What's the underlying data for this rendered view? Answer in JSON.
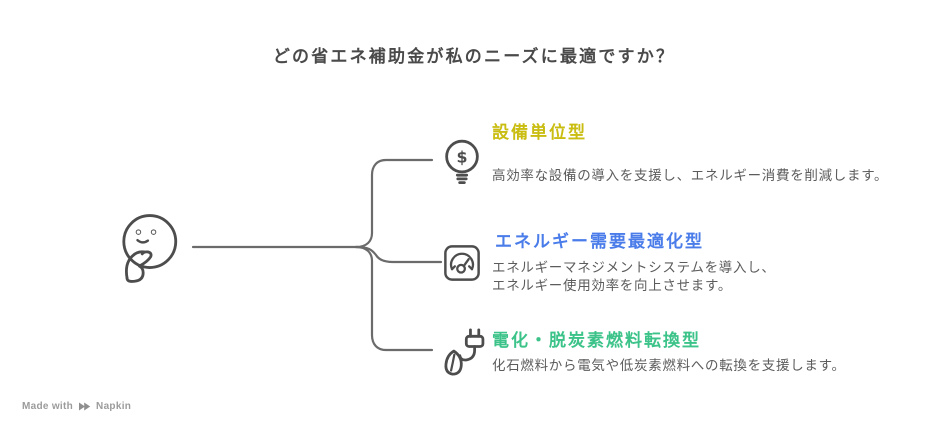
{
  "page": {
    "title": "どの省エネ補助金が私のニーズに最適ですか？"
  },
  "colors": {
    "title_text": "#4a4a4a",
    "body_text": "#5c5c5c",
    "connector_line": "#6b6b6b",
    "icon_line": "#4d4d4d",
    "branch_yellow": "#c9bd11",
    "branch_blue": "#4a7cea",
    "branch_green": "#3cc389",
    "watermark_text": "#9b9b9b"
  },
  "person_icon": "thinking-face-icon",
  "glyphs": {
    "dollar": "$"
  },
  "branches": [
    {
      "name": "equipment-unit-type",
      "icon": "dollar-lightbulb-icon",
      "color_key": "branch_yellow",
      "title": "設備単位型",
      "description_lines": [
        "高効率な設備の導入を支援し、エネルギー消費を削減します。"
      ]
    },
    {
      "name": "energy-demand-optimization-type",
      "icon": "gauge-icon",
      "color_key": "branch_blue",
      "title": "エネルギー需要最適化型",
      "description_lines": [
        "エネルギーマネジメントシステムを導入し、",
        "エネルギー使用効率を向上させます。"
      ]
    },
    {
      "name": "electrification-decarbonized-fuel-conversion-type",
      "icon": "leaf-plug-icon",
      "color_key": "branch_green",
      "title": "電化・脱炭素燃料転換型",
      "description_lines": [
        "化石燃料から電気や低炭素燃料への転換を支援します。"
      ]
    }
  ],
  "watermark": {
    "prefix": "Made with",
    "brand": "Napkin"
  }
}
